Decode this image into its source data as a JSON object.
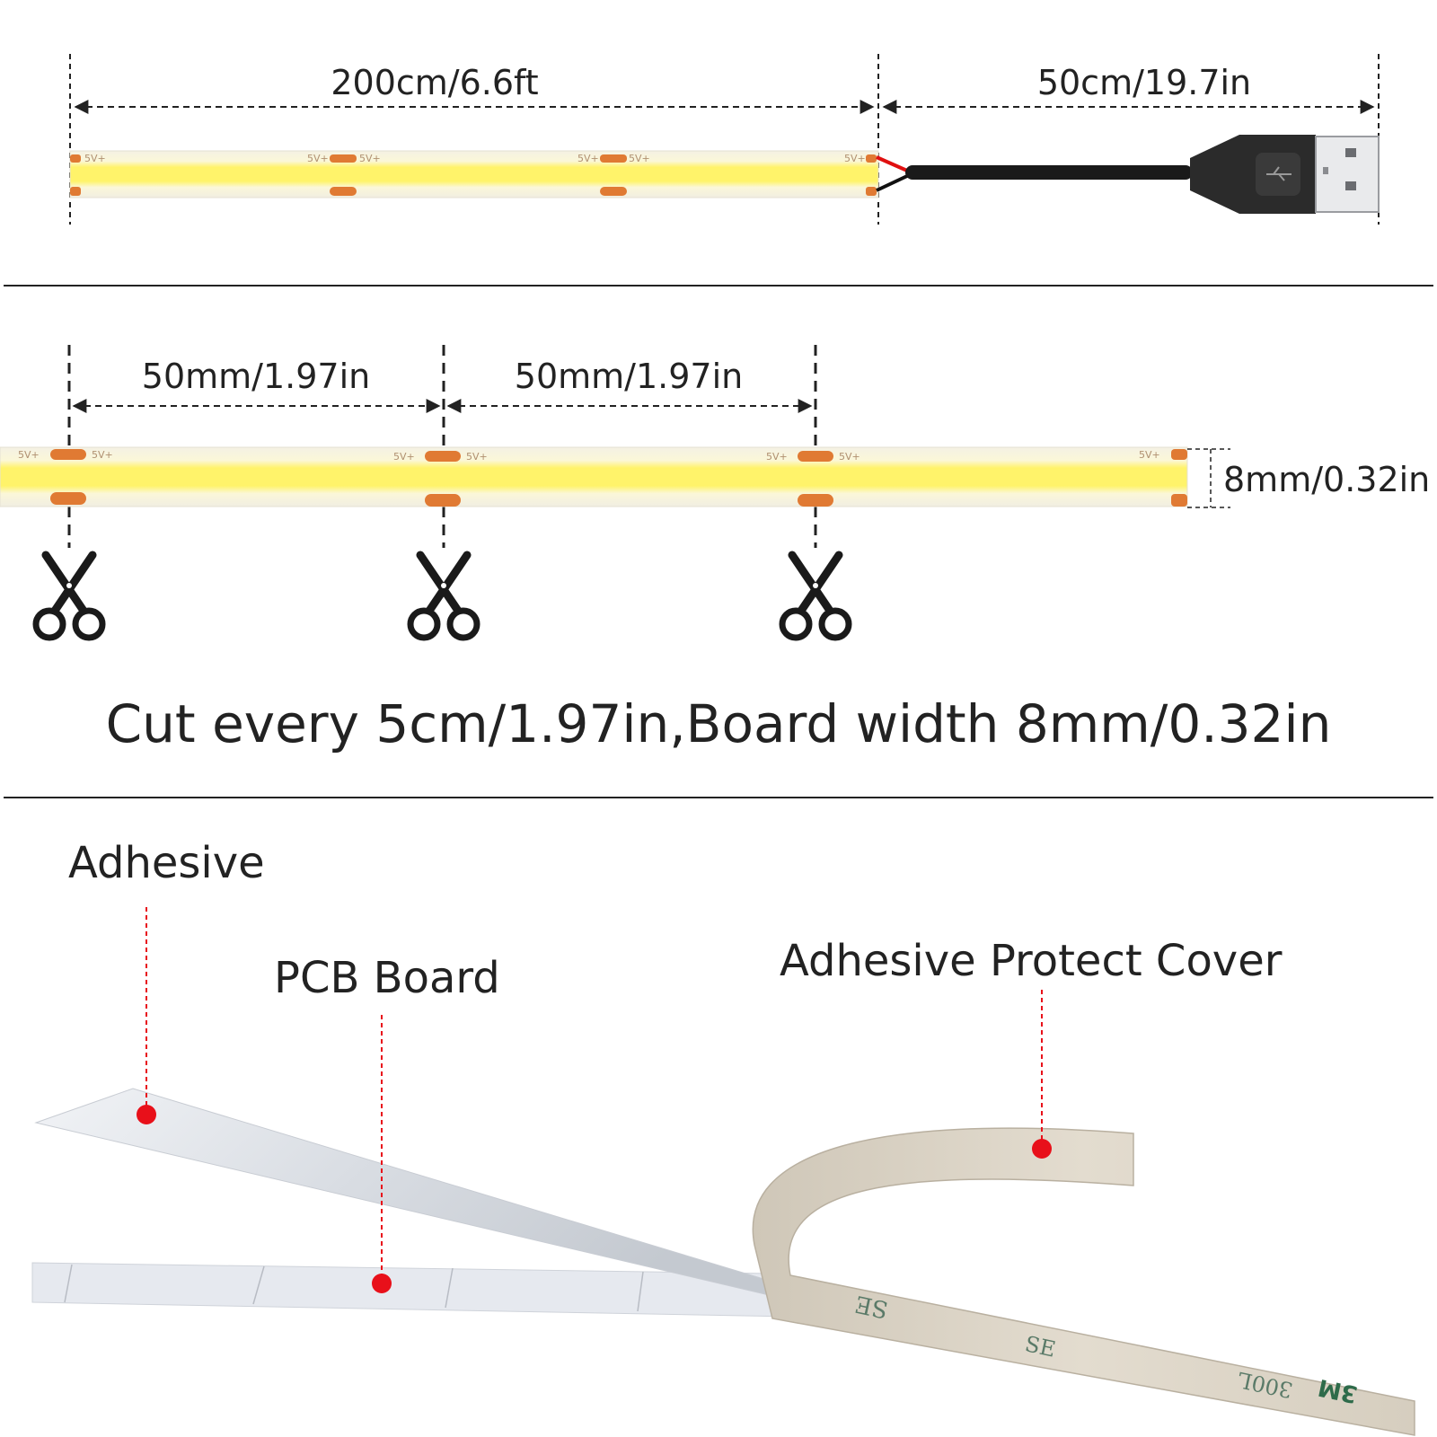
{
  "section1": {
    "strip_length_label": "200cm/6.6ft",
    "cable_length_label": "50cm/19.7in"
  },
  "section2": {
    "segment1_label": "50mm/1.97in",
    "segment2_label": "50mm/1.97in",
    "width_label": "8mm/0.32in",
    "pad_marking": "5V+",
    "caption": "Cut every 5cm/1.97in,Board width 8mm/0.32in"
  },
  "section3": {
    "adhesive_label": "Adhesive",
    "pcb_label": "PCB Board",
    "cover_label": "Adhesive Protect Cover",
    "tape_print_1": "SE",
    "tape_print_2": "SE",
    "tape_print_3": "300L",
    "tape_brand": "3M"
  },
  "colors": {
    "led_yellow": "#fff36a",
    "pad_orange": "#e07a33",
    "pointer_red": "#e8101a",
    "cover_beige": "#d8d0c2"
  }
}
